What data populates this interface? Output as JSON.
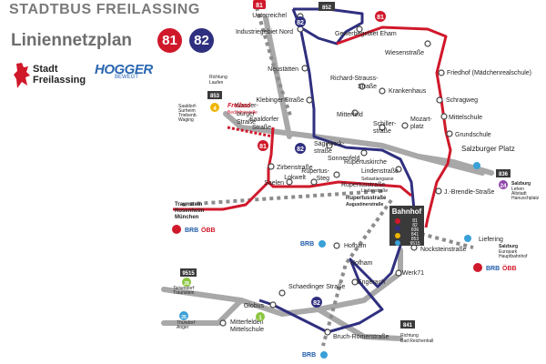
{
  "header": {
    "title": "STADTBUS FREILASSING",
    "subtitle": "Liniennetzplan",
    "routes": [
      "81",
      "82"
    ]
  },
  "logos": {
    "stadt": [
      "Stadt",
      "Freilassing"
    ],
    "hogger": "HOGGER",
    "hogger_tag": "BEWEGT"
  },
  "colors": {
    "line_81": "#d0182b",
    "line_82": "#2f2f7f",
    "regional": "#a8a8a8",
    "rail": "#8c8c8c",
    "station_box": "#3a3a3a",
    "brb": "#1e5aa8",
    "obb": "#d0182b"
  },
  "stops": {
    "unterreichel": "Unterreichel",
    "industriegebiet_nord": "Industriegebiet Nord",
    "gewerbegebiet_eham": "Gewerbegebiet Eham",
    "wiesenstrasse": "Wiesenstraße",
    "friedhof": "Friedhof (Mädchenrealschule)",
    "schragweg": "Schragweg",
    "mittelschule": "Mittelschule",
    "grundschule": "Grundschule",
    "salzburger_platz": "Salzburger Platz",
    "neustaetten": "Neustätten",
    "richard_strauss": "Richard-Strauss-",
    "richard_strauss2": "Straße",
    "krankenhaus": "Krankenhaus",
    "mitterfeld": "Mitterfeld",
    "klebinger": "Klebinger Straße",
    "wasserburger": "Wasser-",
    "wasserburger2": "burger",
    "wasserburger3": "Straße",
    "saaldorfer": "Saaldorfer",
    "saaldorfer2": "Straße",
    "freibad": "Freibad",
    "freibad2": "Bedürfnisstelle",
    "schiller": "Schiller-",
    "schiller2": "straße",
    "mozart": "Mozart-",
    "mozart2": "platz",
    "saegewerk": "Sägewerk-",
    "saegewerk2": "straße",
    "sonnenfeld": "Sonnenfeld",
    "rupertuskirche": "Rupertuskirche",
    "zirbenstrasse": "Zirbenstraße",
    "rupertus_steg": "Rupertus-",
    "rupertus_steg2": "Steg",
    "lindenstrasse": "Lindenstraße",
    "lindenstrasse2": "Sebastiangasse",
    "lokwelt": "Lokwelt",
    "saelen": "Saelen",
    "rupertusstrasse": "Rupertusstraße",
    "rupertusstrasse_b": "Lindenstraße",
    "rupertusstrasse_aug": "Rupertusstraße",
    "rupertusstrasse_aug2": "Augustinerstraße",
    "brendle": "J.-Brendle-Straße",
    "bahnhof": "Bahnhof",
    "nockstein": "Nocksteinstraße",
    "hofham": "Hofham",
    "hofham2": "Hofham",
    "werk71": "Werk71",
    "engerach": "Engerach",
    "schaedinger": "Schaedinger Straße",
    "globus": "Globus",
    "mitterfelden": "Mitterfelden",
    "mitterfelden2": "Mittelschule",
    "bruch": "Bruch-Römerstraße",
    "liefering": "Liefering"
  },
  "routes_badges": {
    "r853": "853",
    "r836": "836",
    "r9515": "9515",
    "r841": "841",
    "r81": "81",
    "r82": "82",
    "r4": "4",
    "r24": "24",
    "r25": "25",
    "r1": "1",
    "r28": "28"
  },
  "destinations": {
    "richtung_laufen": [
      "Richtung",
      "Laufen"
    ],
    "saaldorf": [
      "Saaldorf-",
      "Surheim",
      "Triebenb.",
      "Waging"
    ],
    "traunstein": [
      "Traunstein",
      "Rosenheim",
      "München"
    ],
    "salzburg_836": [
      "Salzburg",
      "Lehen",
      "Altstadt",
      "Hanuschplatz"
    ],
    "salzburg_hbf": [
      "Salzburg",
      "Europark",
      "Hauptbahnhof"
    ],
    "teisendorf": [
      "Teisendorf",
      "Traunstein"
    ],
    "anger": [
      "Thundorf",
      "Anger"
    ],
    "bad_reichenhall": [
      "Richtung",
      "Bad Reichenhall"
    ]
  },
  "bahnhof_routes": [
    "81",
    "82",
    "836",
    "841",
    "853",
    "9515"
  ],
  "rail_logos": {
    "brb": "BRB",
    "obb": "ÖBB"
  }
}
